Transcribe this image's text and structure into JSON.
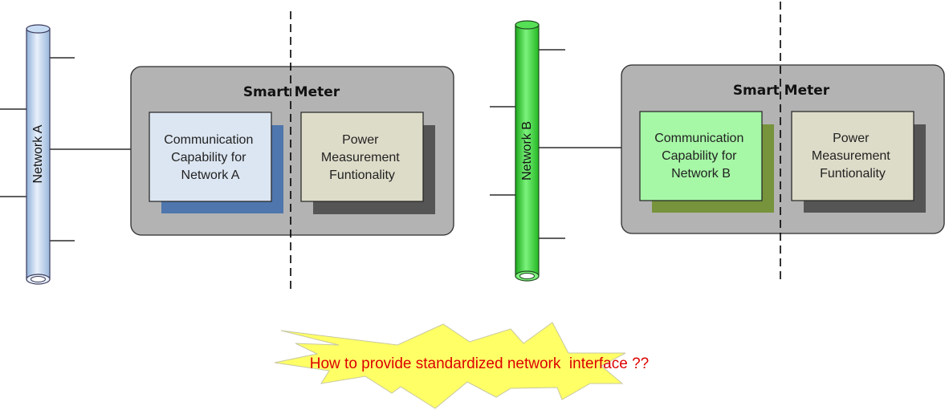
{
  "networks": [
    {
      "label": "Network A",
      "color": "#bcd4f0",
      "stroke": "#3a3a5a"
    },
    {
      "label": "Network B",
      "color": "#33dd33",
      "stroke": "#1e4a1e"
    }
  ],
  "meters": [
    {
      "title": "Smart Meter",
      "comm_lines": [
        "Communication",
        "Capability for",
        "Network A"
      ],
      "comm_color": "#dce6f2",
      "comm_shadow": "#4f76ad",
      "power_lines": [
        "Power",
        "Measurement",
        "Funtionality"
      ],
      "power_color": "#dddcc9",
      "power_shadow": "#555555"
    },
    {
      "title": "Smart Meter",
      "comm_lines": [
        "Communication",
        "Capability for",
        "Network B"
      ],
      "comm_color": "#a6f7a6",
      "comm_shadow": "#77933c",
      "power_lines": [
        "Power",
        "Measurement",
        "Funtionality"
      ],
      "power_color": "#dddcc9",
      "power_shadow": "#555555"
    }
  ],
  "callout": {
    "text": "How to provide standardized network  interface ??",
    "fill": "#ffff66",
    "text_color": "#dd0000"
  },
  "panel_color": "#b3b3b3"
}
